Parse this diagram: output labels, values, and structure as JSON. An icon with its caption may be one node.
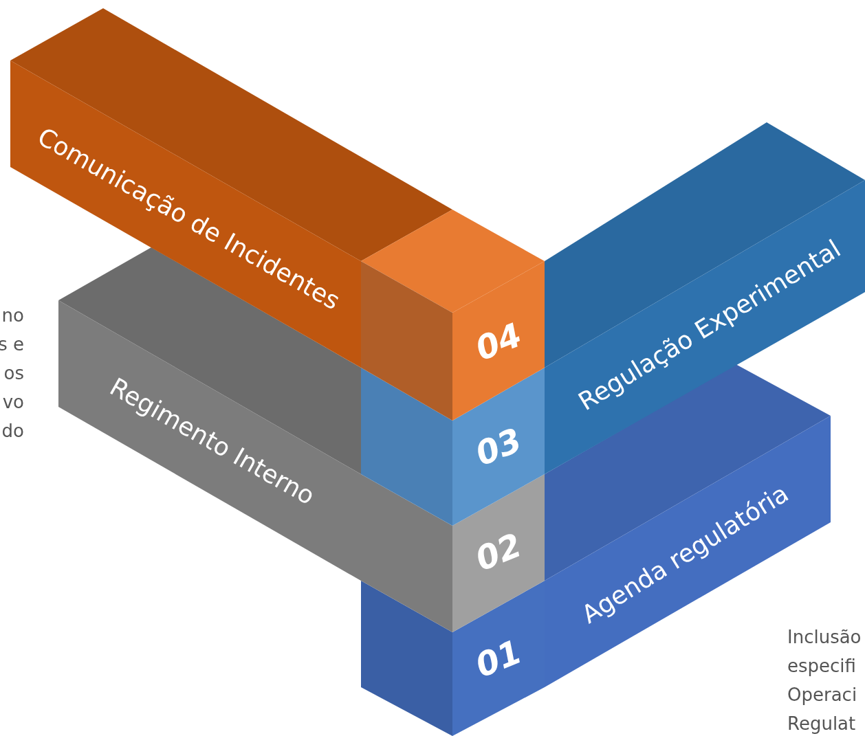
{
  "diagram": {
    "nodes": [
      {
        "text": [
          "Comunicação de Incidentes"
        ]
      },
      {
        "text": [
          "04"
        ]
      },
      {
        "text": [
          "Regulação Experimental"
        ]
      },
      {
        "text": [
          "03"
        ]
      },
      {
        "text": [
          "Regimento Interno"
        ]
      },
      {
        "text": [
          "02"
        ]
      },
      {
        "text": [
          "Agenda regulatória"
        ]
      },
      {
        "text": [
          "01"
        ]
      }
    ],
    "labels": [
      "no s e os vo do",
      "Inclusão especifi Operaci Regulat"
    ]
  }
}
